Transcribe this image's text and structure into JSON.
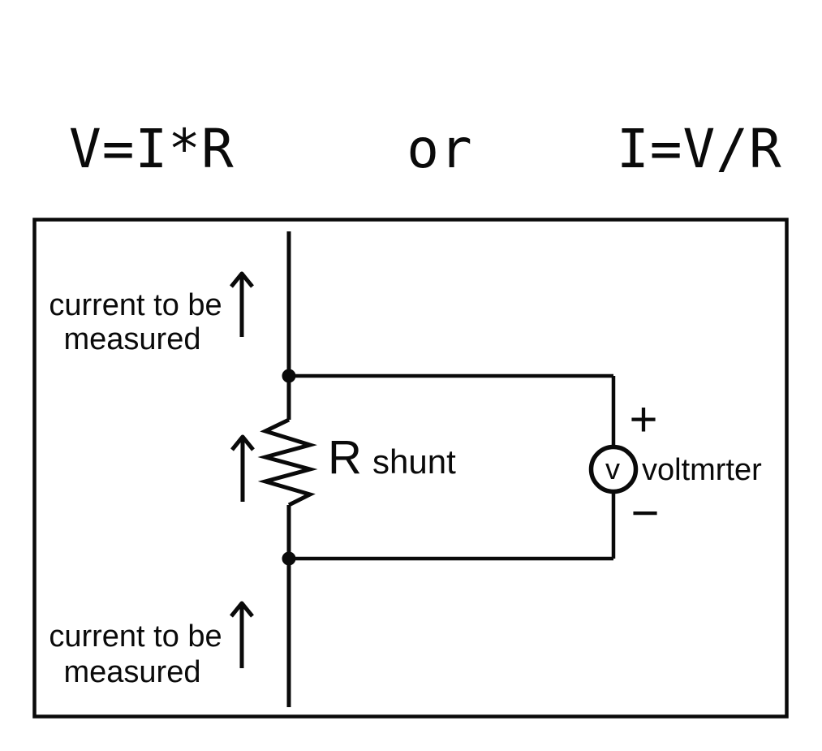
{
  "colors": {
    "ink": "#0a0a0a",
    "background": "#ffffff"
  },
  "formulas": {
    "ohms_law": "V=I*R",
    "conjunction": "or",
    "current_form": "I=V/R"
  },
  "circuit": {
    "top_current_label": {
      "line1": "current to be",
      "line2": "measured"
    },
    "bottom_current_label": {
      "line1": "current to be",
      "line2": "measured"
    },
    "shunt_resistor": {
      "symbol": "R",
      "subscript": "shunt"
    },
    "voltmeter": {
      "dial_letter": "v",
      "label": "voltmrter",
      "plus": "+",
      "minus": "−"
    }
  }
}
